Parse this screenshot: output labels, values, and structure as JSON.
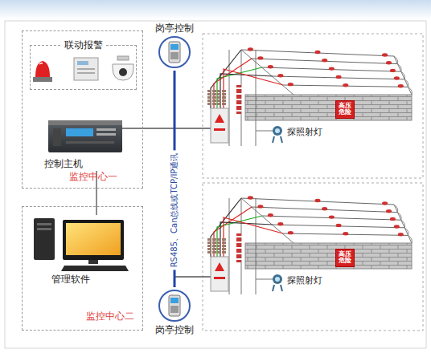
{
  "diagram": {
    "nodes": [
      {
        "text": [
          "监控中心一"
        ]
      },
      {
        "text": [
          "联动报警"
        ],
        "in": 0
      },
      {
        "text": [
          "控制主机"
        ],
        "in": 0
      },
      {
        "text": [
          "监控中心二"
        ]
      },
      {
        "text": [
          "管理软件"
        ],
        "in": 3
      },
      {
        "text": [
          "岗亭控制"
        ]
      },
      {
        "text": [
          "岗亭控制"
        ]
      },
      {
        "text": [
          "探照射灯"
        ]
      },
      {
        "text": [
          "高压危险"
        ]
      },
      {
        "text": [
          "探照射灯"
        ]
      },
      {
        "text": [
          "高压危险"
        ]
      }
    ],
    "edges": [
      {
        "from": 2,
        "to": 4,
        "arrow": "none"
      },
      {
        "from": 5,
        "to": 6,
        "label": "RS485、Can总线或TCP/IP通讯",
        "arrow": "none"
      }
    ]
  }
}
